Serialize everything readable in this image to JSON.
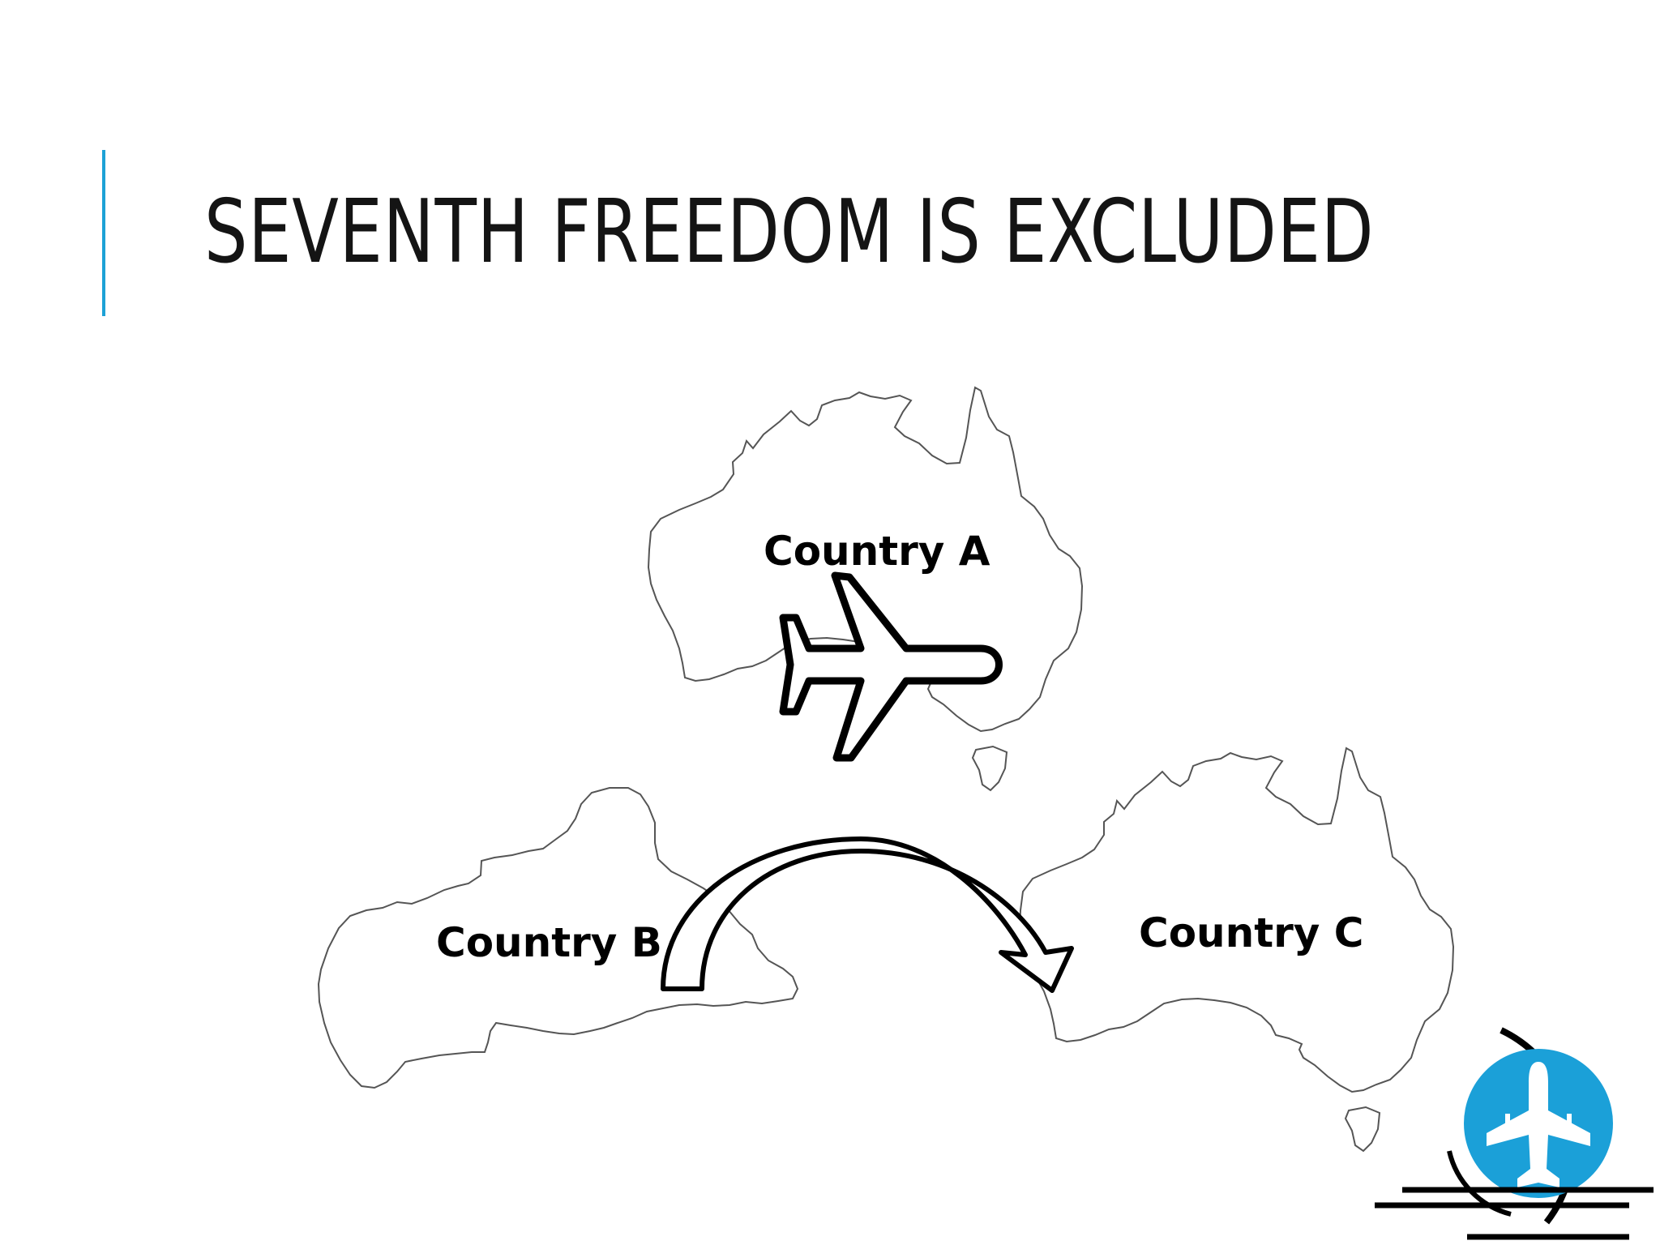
{
  "slide": {
    "title": "SEVENTH FREEDOM IS EXCLUDED",
    "accent_color": "#1da1d6",
    "title_color": "#141414"
  },
  "diagram": {
    "countries": {
      "a": "Country A",
      "b": "Country B",
      "c": "Country C"
    },
    "icons": {
      "plane": "airplane-outline-icon",
      "arc_arrow": "curved-arrow-icon",
      "badge": "airport-badge-icon"
    },
    "badge_color": "#1ba0d8"
  }
}
